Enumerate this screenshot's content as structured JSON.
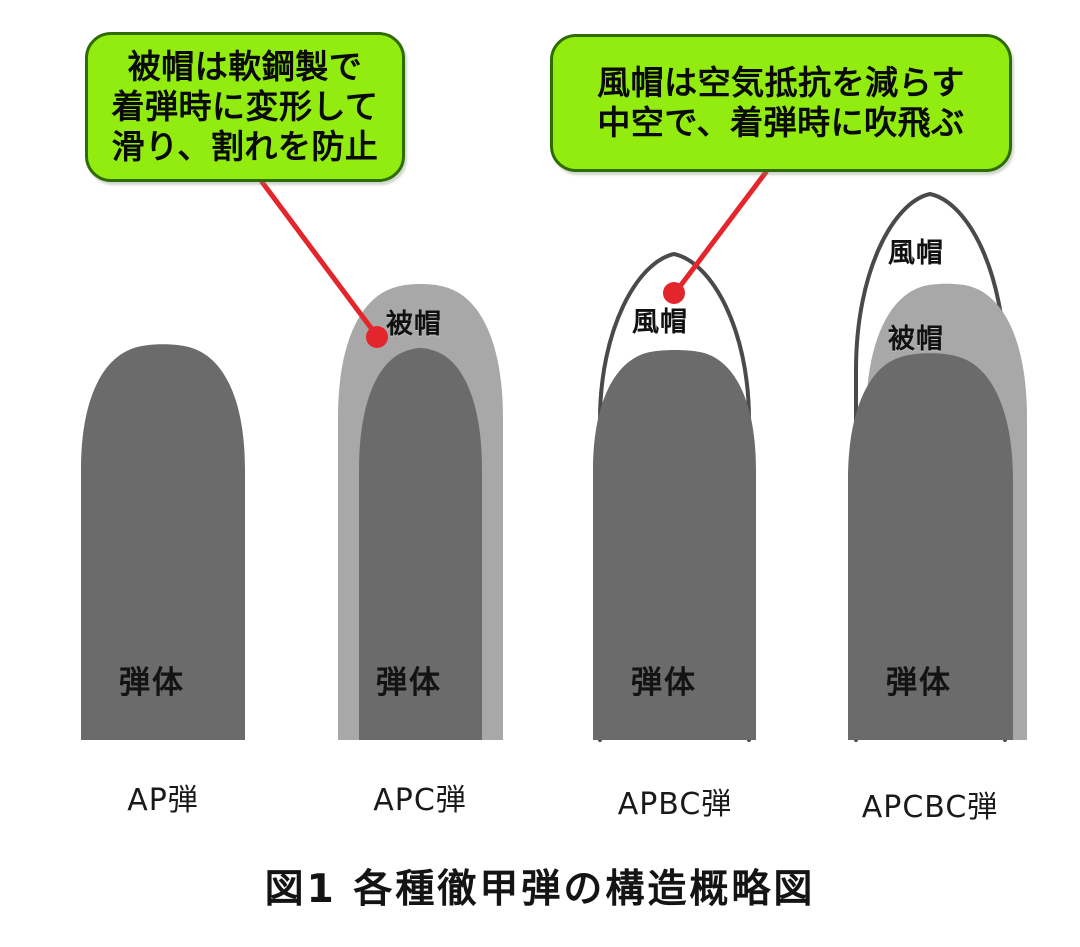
{
  "figure": {
    "caption": "図1  各種徹甲弾の構造概略図",
    "background_color": "#ffffff"
  },
  "colors": {
    "penetrator_body": "#6b6b6b",
    "armor_piercing_cap": "#a8a8a8",
    "windshield_fill": "#ffffff",
    "windshield_outline": "#4a4a4a",
    "callout_fill": "#93ec10",
    "callout_border": "#2e6b00",
    "leader_line": "#e3262c",
    "text": "#111111"
  },
  "callouts": [
    {
      "id": "cap-callout",
      "lines": [
        "被帽は軟鋼製で",
        "着弾時に変形して",
        "滑り、割れを防止"
      ],
      "points_to": "APC弾の被帽"
    },
    {
      "id": "windshield-callout",
      "lines": [
        "風帽は空気抵抗を減らす",
        "中空で、着弾時に吹飛ぶ"
      ],
      "points_to": "APBC弾の風帽"
    }
  ],
  "shells": [
    {
      "name": "AP弾",
      "body_label": "弾体",
      "cap_label": null,
      "windshield_label": null
    },
    {
      "name": "APC弾",
      "body_label": "弾体",
      "cap_label": "被帽",
      "windshield_label": null
    },
    {
      "name": "APBC弾",
      "body_label": "弾体",
      "cap_label": null,
      "windshield_label": "風帽"
    },
    {
      "name": "APCBC弾",
      "body_label": "弾体",
      "cap_label": "被帽",
      "windshield_label": "風帽"
    }
  ]
}
